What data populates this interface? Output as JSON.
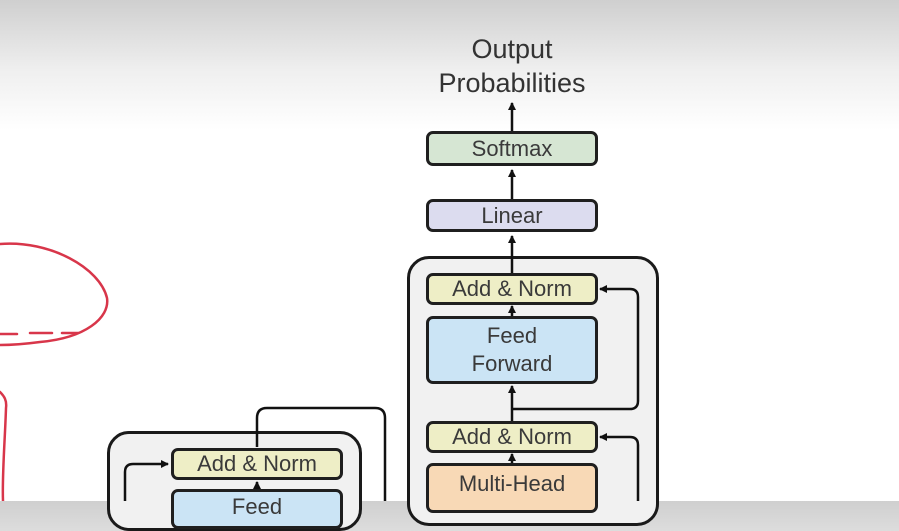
{
  "decoder": {
    "output_line1": "Output",
    "output_line2": "Probabilities",
    "softmax": "Softmax",
    "linear": "Linear",
    "add_norm_top": "Add & Norm",
    "feed_forward_line1": "Feed",
    "feed_forward_line2": "Forward",
    "add_norm_mid": "Add & Norm",
    "multi_head": "Multi-Head"
  },
  "encoder": {
    "add_norm": "Add & Norm",
    "feed_partial": "Feed"
  },
  "colors": {
    "softmax": "#d6e6d3",
    "linear": "#dcdcef",
    "add_norm": "#eeeec6",
    "feed_forward": "#cbe4f5",
    "multi_head": "#f8d9b6",
    "stack_bg": "#f1f1f1",
    "annotation": "#d8364a"
  }
}
